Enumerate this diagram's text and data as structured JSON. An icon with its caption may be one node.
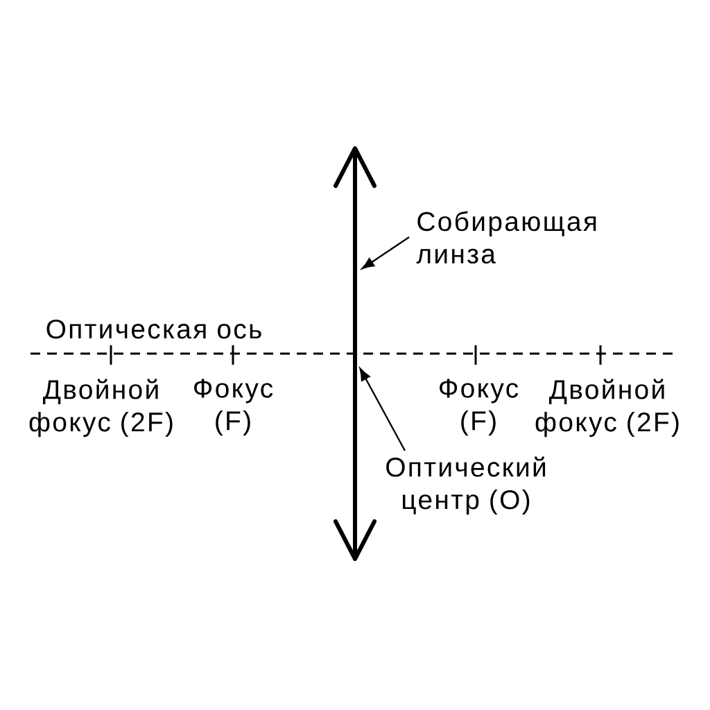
{
  "diagram": {
    "nodes": [
      {
        "text": [],
        "shape": "arrow"
      },
      {
        "text": [
          "Собирающая линза"
        ]
      },
      {
        "text": [
          "Оптический центр (O)"
        ]
      }
    ],
    "edges": [
      {
        "from": 1,
        "to": 0,
        "arrow": "to"
      },
      {
        "from": 2,
        "to": 0,
        "arrow": "to"
      }
    ],
    "labels": [
      "Оптическая ось",
      "Двойной фокус (2F)",
      "Фокус (F)",
      "Фокус (F)",
      "Двойной фокус (2F)"
    ]
  }
}
